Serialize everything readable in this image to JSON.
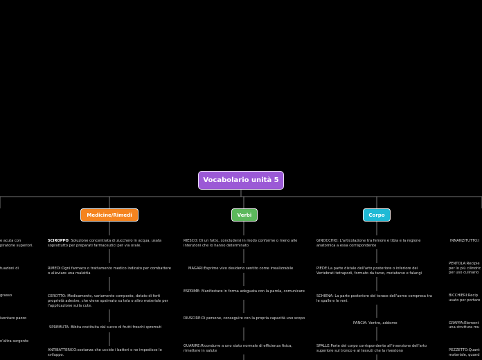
{
  "root": {
    "label": "Vocabolario unità 5"
  },
  "branches": {
    "medicine": {
      "label": "Medicine/Rimedi",
      "color": "#f5841f",
      "items": [
        {
          "term": "SCIROPPO",
          "text": ": Soluzione concentrata di zucchero in acqua, usata soprattutto per preparati farmaceutici per via orale."
        },
        {
          "text": "RIMEDI:Ogni farmaco o trattamento medico indicato per combattere o alleviare una malattia"
        },
        {
          "text": "CEROTTO: Medicamento, variamente composto, dotato di forti proprietà adesive, che viene spalmato su tela o altro materiale per l'applicazione sulla cute."
        },
        {
          "text": "SPREMUTA: Bibita costituita dal succo di frutti freschi spremuti"
        },
        {
          "text": "ANTIBATTERICO:sostanza che uccide i batteri o ne impedisce lo sviluppo."
        }
      ]
    },
    "verbi": {
      "label": "Verbi",
      "color": "#5cb85c",
      "items": [
        {
          "text": "RIESCO: Di un fatto, concludersi in modo conforme o meno alle intenzioni che lo hanno determinato"
        },
        {
          "text": "MAGARI:Esprime vivo desiderio sentito come irrealizzabile"
        },
        {
          "text": "ESPRIME: Manifestare in forma adeguata con la parola, comunicare"
        },
        {
          "text": "RIUSCIRE:Di persone, conseguire con la propria capacità uno scopo"
        },
        {
          "text": "GUARIRE:Ricondurre a uno stato normale di efficienza fisica, rimettere in salute"
        }
      ]
    },
    "corpo": {
      "label": "Corpo",
      "color": "#1fbad6",
      "items": [
        {
          "text": "GINOCCHIO: L'articolazione tra femore e tibia e la regione anatomica a essa corrispondente"
        },
        {
          "text": "PIEDE:La parte distale dell'arto posteriore o inferiore dei Vertebrati tetrapodi, formato da tarso, metatarso e falangi"
        },
        {
          "text": "SCHIENA: La parte posteriore del torace dell'uomo compresa tra le spalle e le reni."
        },
        {
          "text": "PANCIA: Ventre, addome"
        },
        {
          "text": "SPALLE:Parte del corpo corrispondente all'inserzione dell'arto superiore sul tronco e ai tessuti che la rivestono"
        }
      ]
    },
    "left_partial": {
      "items": [
        {
          "text": "e acuta con"
        },
        {
          "text": "piratorie superiori."
        },
        {
          "text": "tuazioni di"
        },
        {
          "text": "grasso"
        },
        {
          "text": "iventare pazzo"
        },
        {
          "text": "n'altra sorgente"
        }
      ]
    },
    "right_partial": {
      "items": [
        {
          "text": "INNANZITUTTO:I"
        },
        {
          "text": "PENTOLA:Recipie"
        },
        {
          "text": "per lo più cilindric"
        },
        {
          "text": "per uso culinario"
        },
        {
          "text": "BICCHIERI:Recip"
        },
        {
          "text": "usato per portare"
        },
        {
          "text": "GRAPPA:Element"
        },
        {
          "text": "una struttura mu"
        },
        {
          "text": "PEZZETTO:Quant"
        },
        {
          "text": "materiale, quand"
        }
      ]
    }
  },
  "line_color": "#9a9a9a"
}
